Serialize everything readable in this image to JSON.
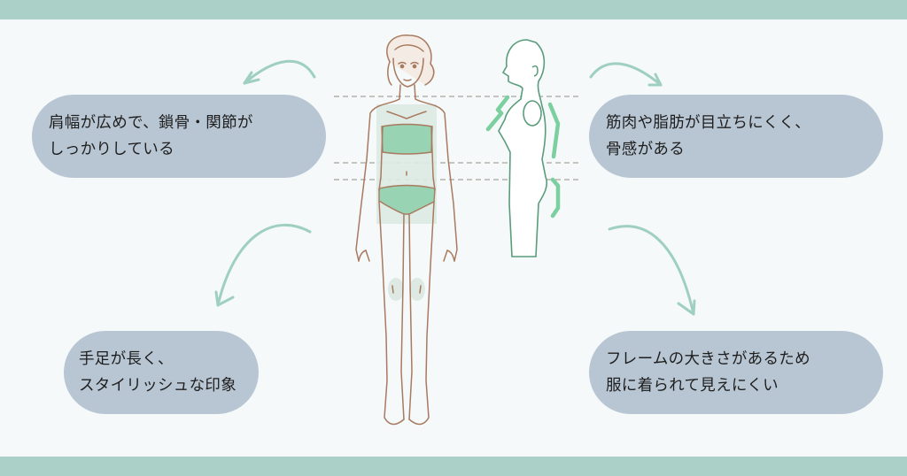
{
  "colors": {
    "band": "#abd0c8",
    "background": "#f5f9fa",
    "pill": "#b8c6d3",
    "text": "#1e1e1e",
    "arrow": "#9fd0bf",
    "figure_outline": "#a87a5f",
    "highlight_green": "#98d3b3",
    "frame_box": "#dde9e2",
    "silhouette_outline": "#5a9c7c",
    "accent_mark": "#7ccf9f",
    "dashed_line": "#b7b2ab"
  },
  "callouts": {
    "top_left": {
      "lines": [
        "肩幅が広めで、鎖骨・関節が",
        "しっかりしている"
      ]
    },
    "top_right": {
      "lines": [
        "筋肉や脂肪が目立ちにくく、",
        "骨感がある"
      ]
    },
    "bottom_left": {
      "lines": [
        "手足が長く、",
        "スタイリッシュな印象"
      ]
    },
    "bottom_right": {
      "lines": [
        "フレームの大きさがあるため",
        "服に着られて見えにくい"
      ]
    }
  },
  "illustrations": {
    "front_figure": "woman-front-view-illustration",
    "side_figure": "body-side-silhouette",
    "guide_lines": [
      "shoulder-line",
      "waist-line",
      "hip-line"
    ]
  }
}
